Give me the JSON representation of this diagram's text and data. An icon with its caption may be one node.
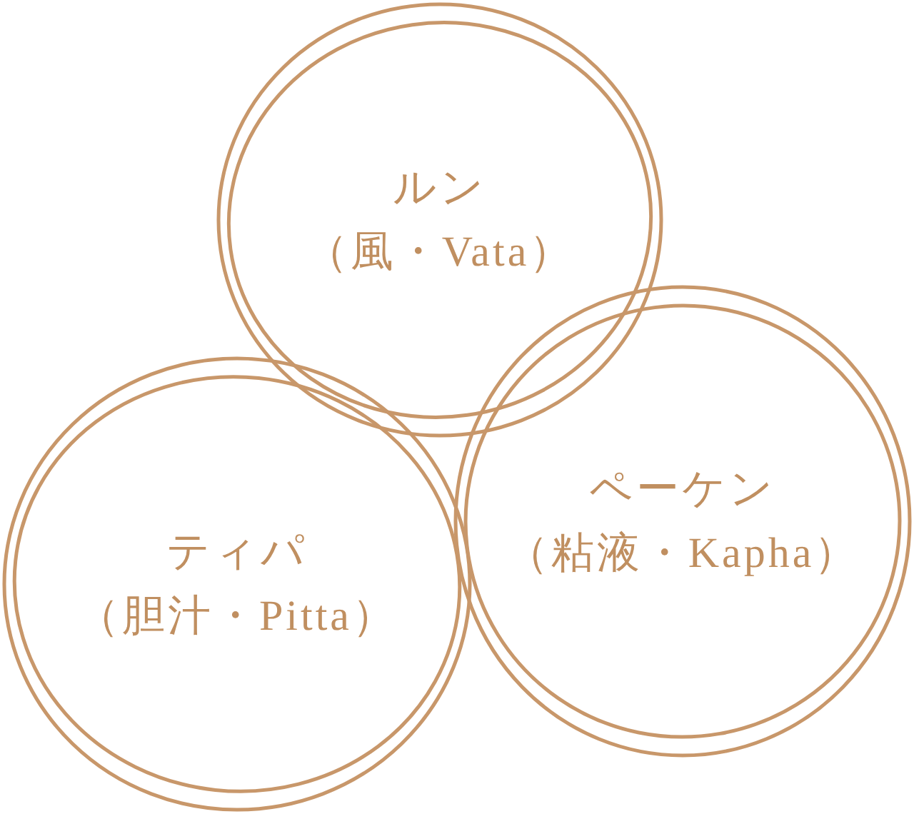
{
  "diagram": {
    "nodes": [
      {
        "text": [
          "ルン",
          "（風・Vata）"
        ]
      },
      {
        "text": [
          "ティパ",
          "（胆汁・Pitta）"
        ]
      },
      {
        "text": [
          "ペーケン",
          "（粘液・Kapha）"
        ]
      }
    ]
  }
}
